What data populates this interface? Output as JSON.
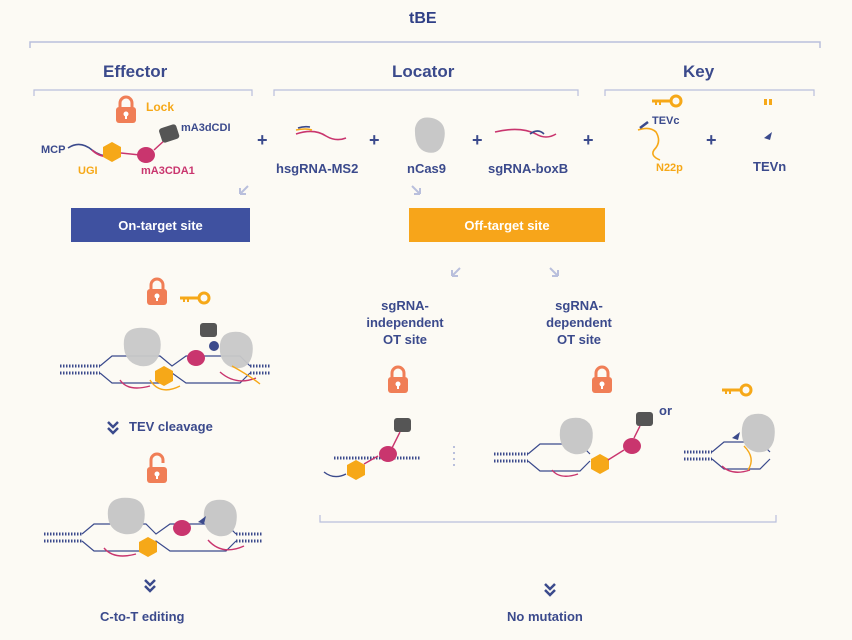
{
  "title": "tBE",
  "sections": {
    "effector": "Effector",
    "locator": "Locator",
    "key": "Key"
  },
  "effector": {
    "lock": "Lock",
    "mcp": "MCP",
    "ugi": "UGI",
    "ma3dcdi": "mA3dCDI",
    "ma3cda1": "mA3CDA1"
  },
  "locator": {
    "hsgrna": "hsgRNA-MS2",
    "ncas9": "nCas9",
    "sgrna_boxb": "sgRNA-boxB"
  },
  "key": {
    "tevc": "TEVc",
    "n22p": "N22p",
    "tevn": "TEVn"
  },
  "plus": "+",
  "on_target": "On-target site",
  "off_target": "Off-target site",
  "sg_independent": [
    "sgRNA-",
    "independent",
    "OT site"
  ],
  "sg_dependent": [
    "sgRNA-",
    "dependent",
    "OT site"
  ],
  "tev_cleavage": "TEV cleavage",
  "c_to_t": "C-to-T editing",
  "no_mutation": "No mutation",
  "or": "or",
  "colors": {
    "navy": "#3b4a8c",
    "on_target_box": "#3f51a0",
    "off_target_box": "#f7a51a",
    "lock": "#f07e56",
    "orange": "#f6a818",
    "magenta": "#c9356e",
    "grey": "#c8c8c8",
    "dark_grey": "#555555",
    "bracket": "#b9bfdc"
  }
}
